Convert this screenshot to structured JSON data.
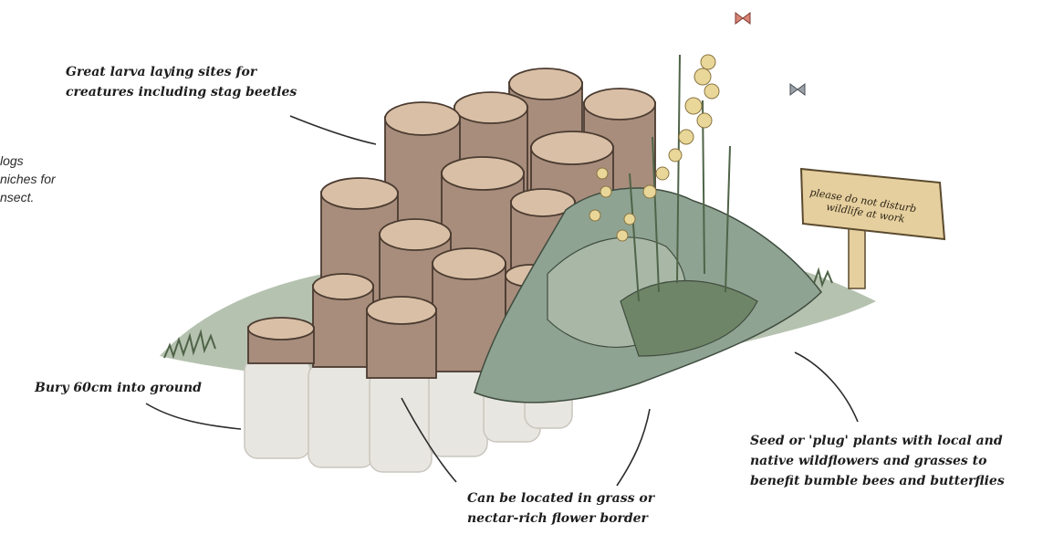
{
  "labels": {
    "larva": "Great larva laying sites for\ncreatures including stag beetles",
    "niches": "logs\nniches for\nnsect.",
    "bury": "Bury 60cm into ground",
    "located": "Can be located in grass or\nnectar-rich flower border",
    "seed": "Seed or 'plug' plants with local and\nnative wildflowers and grasses to\nbenefit bumble bees and butterflies"
  },
  "sign": {
    "line1": "please do not disturb",
    "line2": "wildlife at work"
  },
  "colors": {
    "log_bark": "#a88d7c",
    "log_top": "#d9bfa6",
    "buried": "#e8e6e0",
    "grass": "#6f8567",
    "foliage": "#8fa392",
    "flower": "#e9d79a",
    "sign_board": "#e6cf9e"
  }
}
